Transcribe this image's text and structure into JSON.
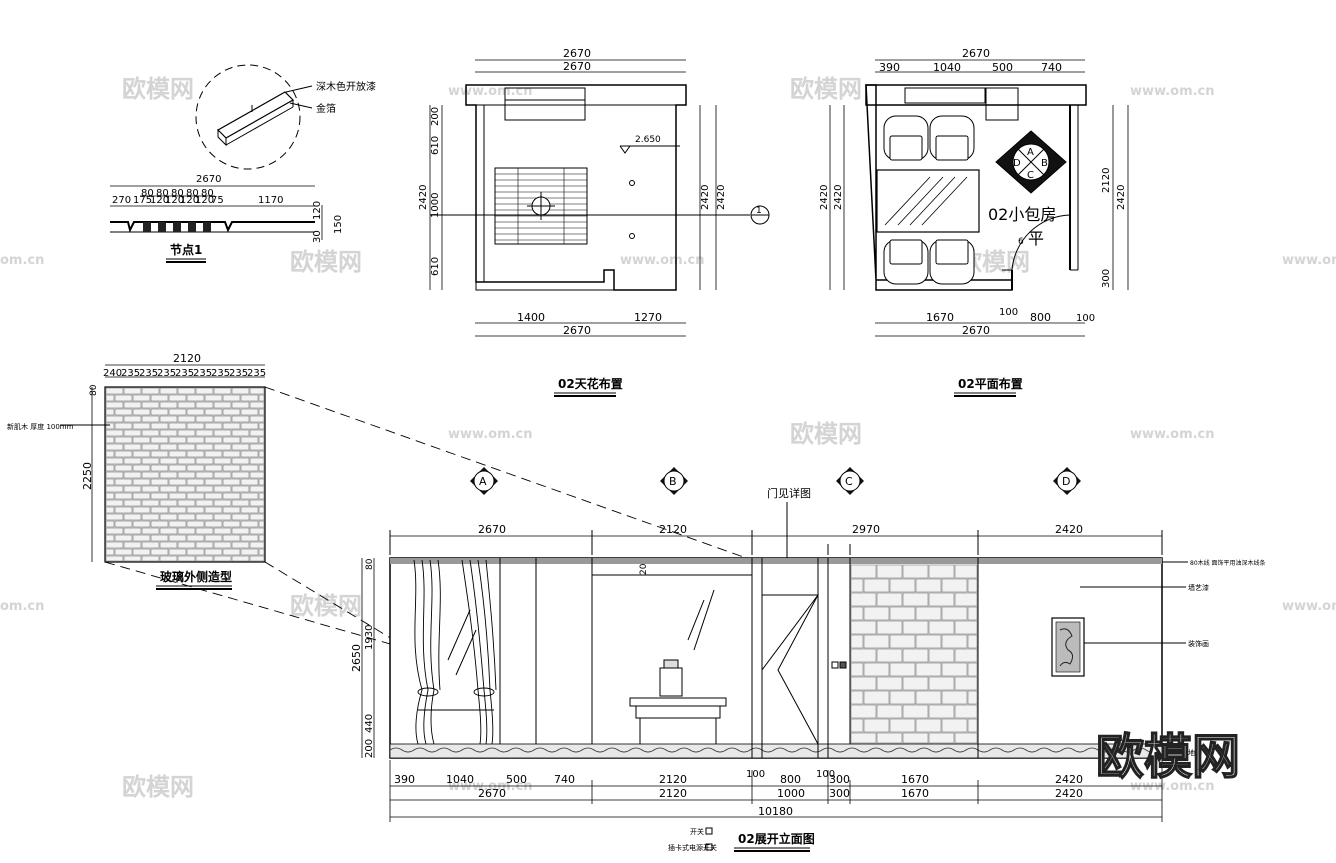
{
  "watermarks": {
    "site": "www.om.cn",
    "brand": "欧模网",
    "site_left": "om.cn"
  },
  "detail1": {
    "callout_top": "深木色开放漆",
    "callout_bottom": "金箔",
    "total": "2670",
    "segs": [
      "80",
      "80",
      "80",
      "80",
      "80"
    ],
    "row2": [
      "270",
      "175",
      "120",
      "120",
      "120",
      "120",
      "75",
      "1170"
    ],
    "right_dims": [
      "120",
      "150",
      "30"
    ],
    "title": "节点1"
  },
  "ceiling": {
    "top1": "2670",
    "top2": "2670",
    "left_dims": [
      "200",
      "610",
      "1000",
      "610"
    ],
    "left_total": "2420",
    "right_total1": "2420",
    "right_total2": "2420",
    "level": "2.650",
    "section_mark": "1",
    "bottom1": [
      "1400",
      "1270"
    ],
    "bottom2": "2670",
    "title": "02天花布置"
  },
  "plan": {
    "top1": "2670",
    "top2": [
      "390",
      "1040",
      "500",
      "740"
    ],
    "left1": "2420",
    "left2": "2420",
    "right1": "2120",
    "right2": "2420",
    "right_small": "300",
    "compass": [
      "A",
      "B",
      "C",
      "D"
    ],
    "room_label_1": "02小包房",
    "room_label_2": "平",
    "room_label_small": "6",
    "bottom1": [
      "1670",
      "100",
      "800",
      "100"
    ],
    "bottom2": "2670",
    "title": "02平面布置"
  },
  "glass": {
    "top_total": "2120",
    "cols": [
      "240",
      "235",
      "235",
      "235",
      "235",
      "235",
      "235",
      "235",
      "235"
    ],
    "left_small": "80",
    "left_total": "2250",
    "note": "新肌木 厚度 100mm",
    "title": "玻璃外侧造型"
  },
  "elevation": {
    "markers": [
      "A",
      "B",
      "C",
      "D"
    ],
    "door_note": "门见详图",
    "top_dims": [
      "2670",
      "2120",
      "2970",
      "2420"
    ],
    "left_dims": [
      "80",
      "1930",
      "440",
      "200"
    ],
    "left_total": "2650",
    "inner_label": "20",
    "right_notes": [
      "80木线  面饰平用油深木线条",
      "墙艺漆",
      "装饰画",
      "地脚"
    ],
    "bottom_row1": [
      "390",
      "1040",
      "500",
      "740",
      "2120",
      "100",
      "800",
      "100",
      "300",
      "1670",
      "2420"
    ],
    "bottom_row2": [
      "2670",
      "2120",
      "1000",
      "300",
      "1670",
      "2420"
    ],
    "bottom_total": "10180",
    "legend": [
      "开关",
      "插卡式电源开关"
    ],
    "title": "02展开立面图"
  },
  "brand_logo": "欧模网"
}
